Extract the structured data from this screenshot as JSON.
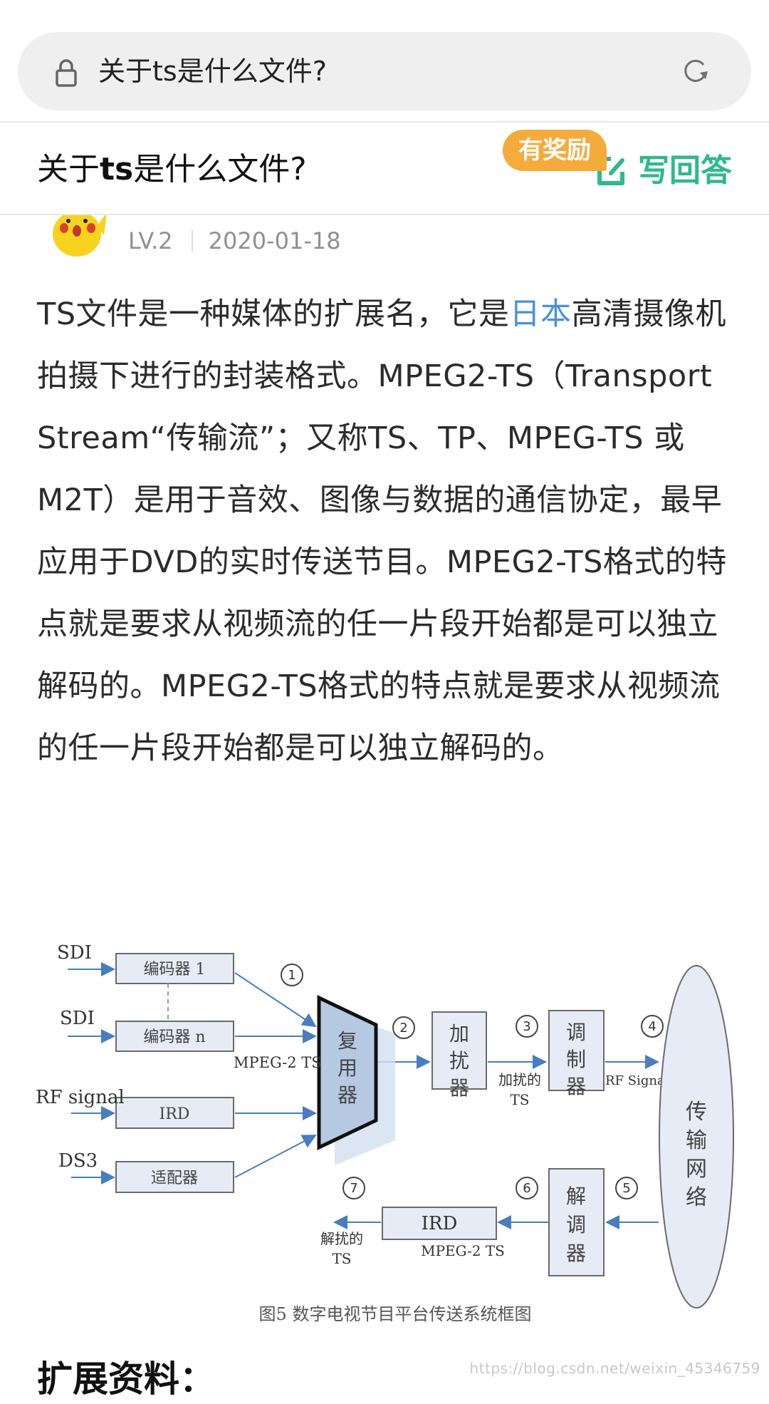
{
  "browser": {
    "address_text": "关于ts是什么文件?",
    "lock_icon": "lock-icon",
    "reload_icon": "reload-icon"
  },
  "question": {
    "title_prefix": "关于",
    "title_bold": "ts",
    "title_suffix": "是什么文件?",
    "reward_badge": "有奖励",
    "answer_button": "写回答",
    "answer_icon": "edit-icon"
  },
  "answerer": {
    "level": "LV.2",
    "date": "2020-01-18"
  },
  "article": {
    "text_before_link": "TS文件是一种媒体的扩展名，它是",
    "link_text": "日本",
    "text_after_link": "高清摄像机拍摄下进行的封装格式。MPEG2-TS（Transport Stream“传输流”；又称TS、TP、MPEG-TS 或 M2T）是用于音效、图像与数据的通信协定，最早应用于DVD的实时传送节目。MPEG2-TS格式的特点就是要求从视频流的任一片段开始都是可以独立解码的。MPEG2-TS格式的特点就是要求从视频流的任一片段开始都是可以独立解码的。",
    "link_color": "#4a90d9"
  },
  "diagram": {
    "inputs": [
      {
        "label": "SDI",
        "box": "编码器 1"
      },
      {
        "label": "SDI",
        "box": "编码器 n"
      },
      {
        "label": "RF signal",
        "box": "IRD"
      },
      {
        "label": "DS3",
        "box": "适配器"
      }
    ],
    "mux": "复用器",
    "mux_label": "MPEG-2 TS",
    "scrambler": "加扰器",
    "scrambled_label_1": "加扰的",
    "scrambled_label_2": "TS",
    "modulator": "调制器",
    "rf_label": "RF Signal",
    "network": "传输网络",
    "demodulator": "解调器",
    "ird_out": "IRD",
    "demod_label": "MPEG-2 TS",
    "descrambled_label_1": "解扰的",
    "descrambled_label_2": "TS",
    "steps": [
      "1",
      "2",
      "3",
      "4",
      "5",
      "6",
      "7"
    ],
    "caption": "图5  数字电视节目平台传送系统框图"
  },
  "section_heading": "扩展资料：",
  "watermark": "https://blog.csdn.net/weixin_45346759"
}
